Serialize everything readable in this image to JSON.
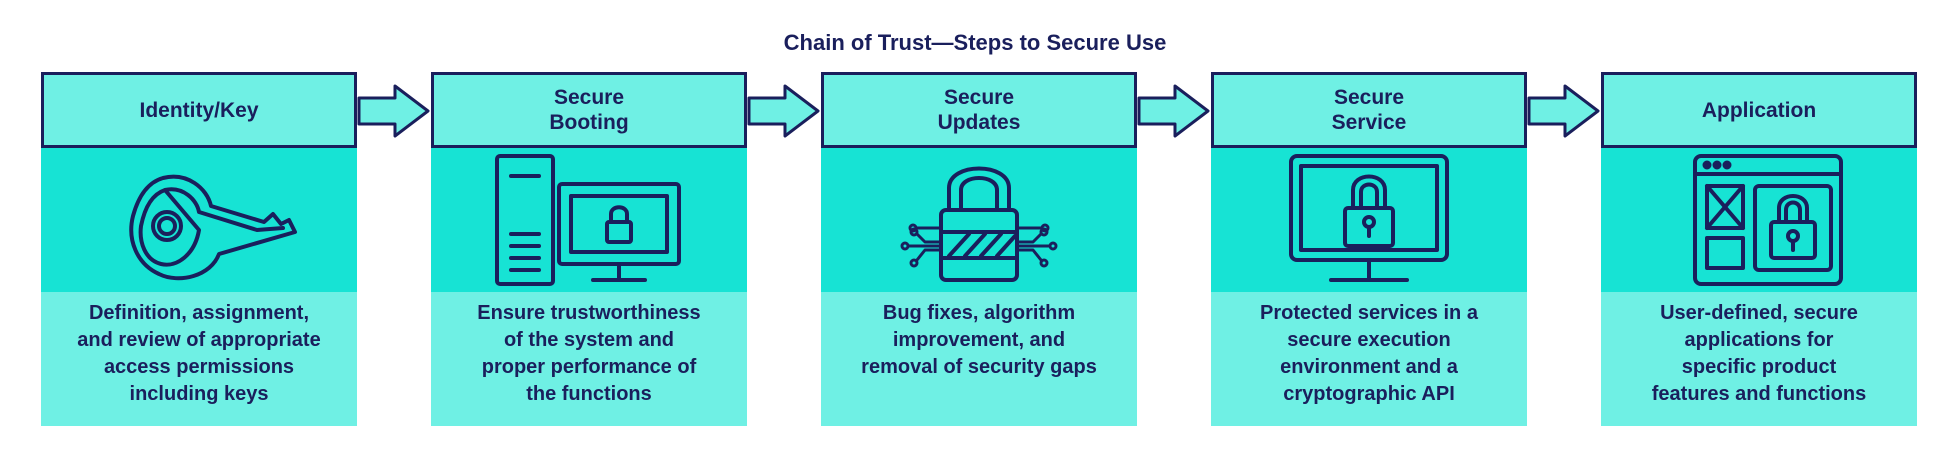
{
  "title": "Chain of Trust—Steps to Secure Use",
  "colors": {
    "navy": "#1a1f5c",
    "light_teal": "#6ff0e4",
    "mid_teal": "#17e3d4",
    "background": "#ffffff"
  },
  "steps": [
    {
      "header": "Identity/Key",
      "icon": "key-icon",
      "description": "Definition, assignment,\nand review of appropriate\naccess permissions\nincluding keys"
    },
    {
      "header": "Secure\nBooting",
      "icon": "computer-tower-lock-icon",
      "description": "Ensure trustworthiness\nof the system and\nproper performance of\nthe functions"
    },
    {
      "header": "Secure\nUpdates",
      "icon": "circuit-padlock-icon",
      "description": "Bug fixes, algorithm\nimprovement, and\nremoval of security gaps"
    },
    {
      "header": "Secure\nService",
      "icon": "monitor-padlock-icon",
      "description": "Protected services in a\nsecure execution\nenvironment and a\ncryptographic API"
    },
    {
      "header": "Application",
      "icon": "browser-app-lock-icon",
      "description": "User-defined, secure\napplications for\nspecific product\nfeatures and functions"
    }
  ]
}
